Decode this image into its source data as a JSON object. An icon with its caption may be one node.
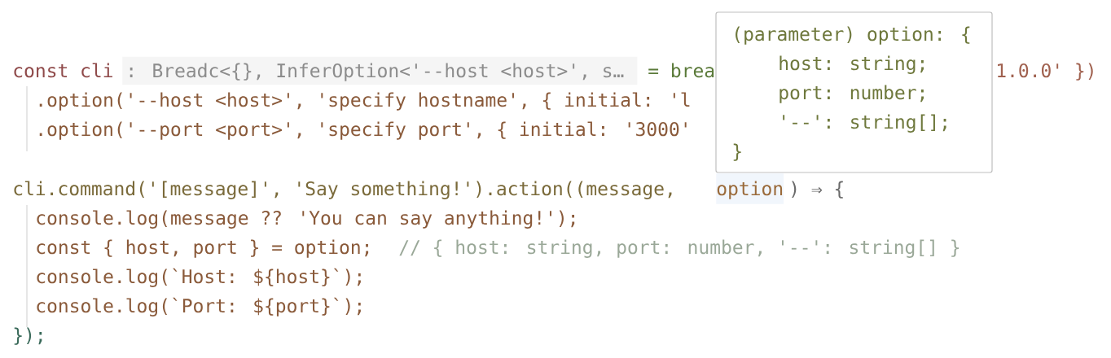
{
  "diagram": {
    "nodes": [
      {
        "text": [
          ": Breadc<{}, InferOption<'--host <host>', s…"
        ]
      },
      {
        "text": [
          "option"
        ]
      },
      {
        "text": [
          "(parameter) option: {",
          "host: string;",
          "port: number;",
          "'--': string[];",
          "}"
        ]
      }
    ],
    "labels": [
      "const cli",
      "= brea",
      "1.0.0' })",
      ".option('--host <host>', 'specify hostname', { initial: 'l",
      ".option('--port <port>', 'specify port', { initial: '3000'",
      "cli.command('[message]', 'Say something!').action((message,",
      ") ⇒ {",
      "console.log(message ?? 'You can say anything!');",
      "const { host, port } = option;",
      "// { host: string, port: number, '--': string[] }",
      "console.log(`Host: ${host}`);",
      "console.log(`Port: ${port}`);",
      "});"
    ]
  }
}
